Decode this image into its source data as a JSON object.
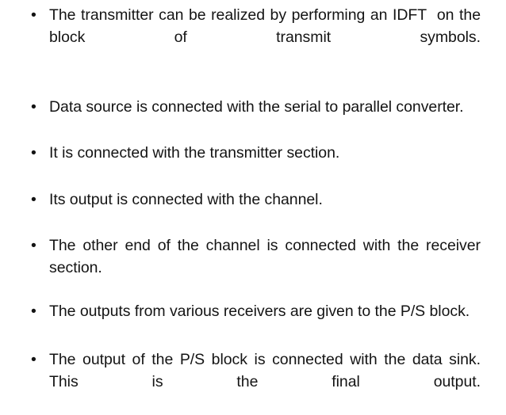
{
  "slide": {
    "background_color": "#ffffff",
    "text_color": "#141414",
    "bullet_glyph": "•",
    "bullets": [
      {
        "text": "The transmitter can be realized by performing an IDFT  on the block of transmit symbols.",
        "align": "justify"
      },
      {
        "text": "Data source is connected with the serial to parallel converter.",
        "align": "left"
      },
      {
        "text": "It is connected with the transmitter section.",
        "align": "left"
      },
      {
        "text": "Its output is connected with the channel.",
        "align": "left"
      },
      {
        "text": "The other end of the channel is connected with the receiver section.",
        "align": "justify"
      },
      {
        "text": "The outputs from various receivers are given to the P/S block.",
        "align": "left"
      },
      {
        "text": "The output of the P/S block is connected with the data sink. This is the final output.",
        "align": "justify"
      }
    ]
  }
}
